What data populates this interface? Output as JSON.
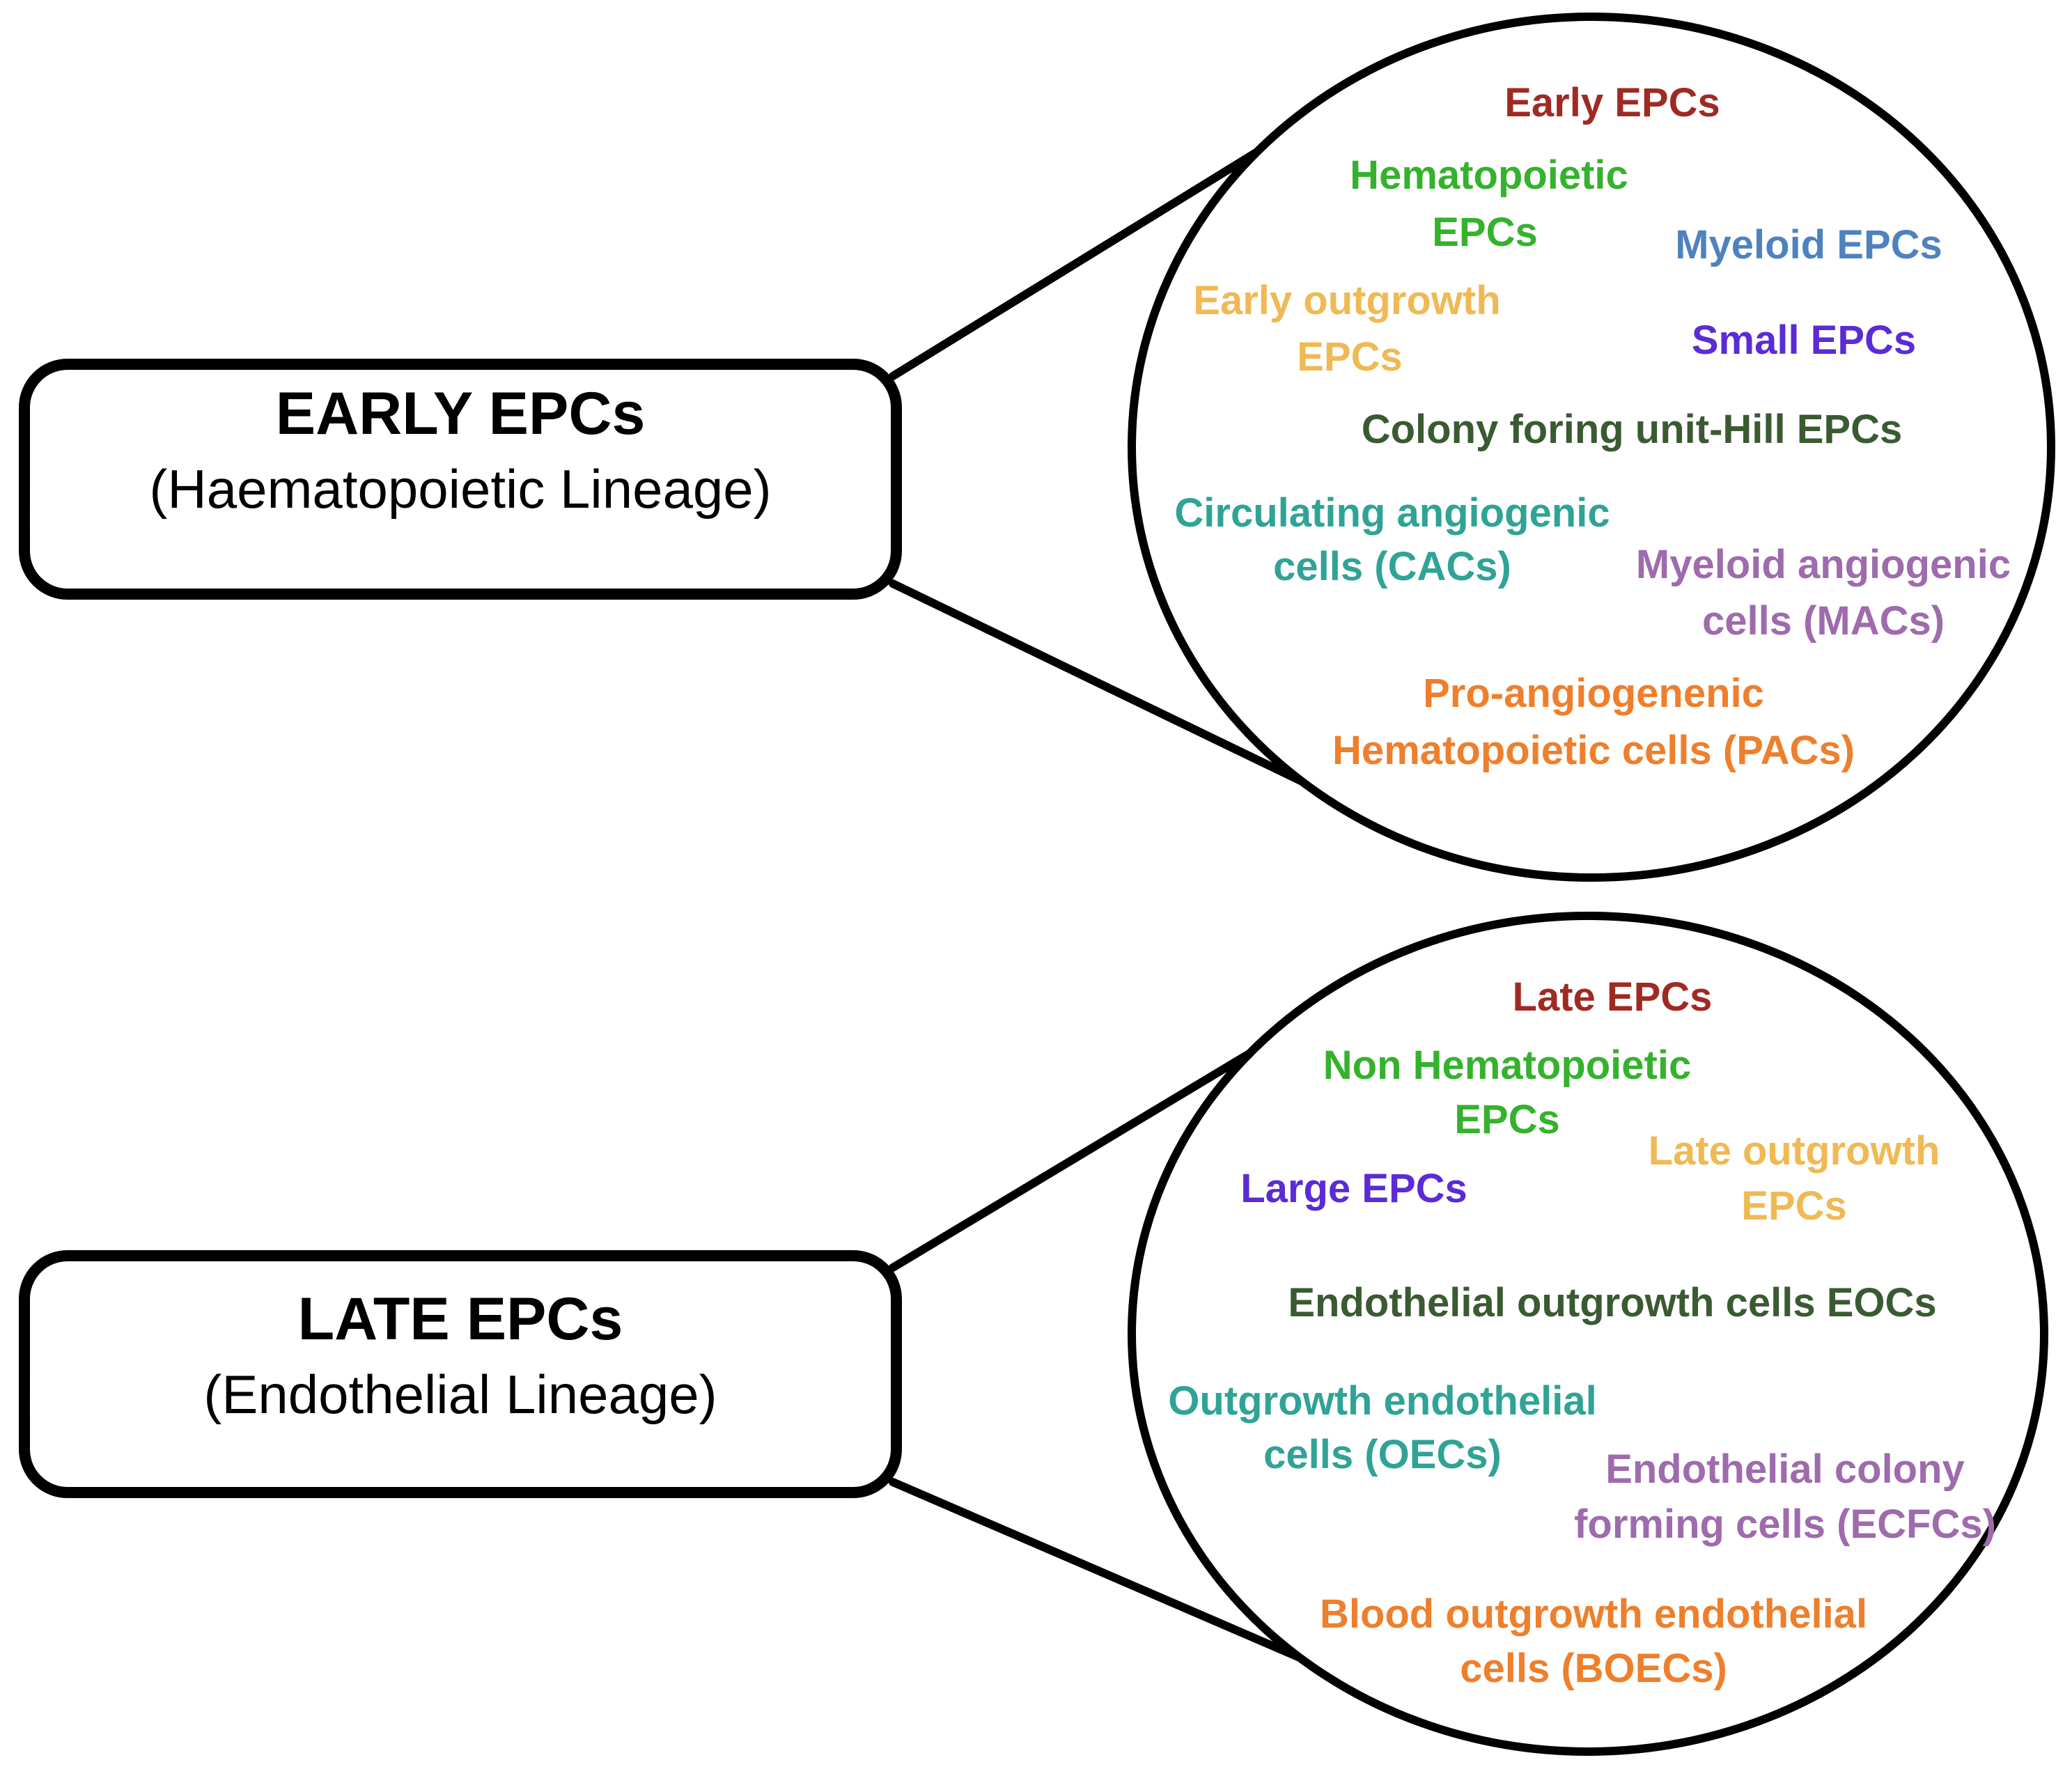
{
  "diagram": {
    "boxes": {
      "early": {
        "title": "EARLY EPCs",
        "subtitle": "(Haematopoietic Lineage)"
      },
      "late": {
        "title": "LATE EPCs",
        "subtitle": "(Endothelial Lineage)"
      }
    },
    "early_circle": {
      "early_epcs": "Early EPCs",
      "hematopoietic_1": "Hematopoietic",
      "hematopoietic_2": "EPCs",
      "myeloid_epcs": "Myeloid EPCs",
      "early_outgrowth_1": "Early outgrowth",
      "early_outgrowth_2": "EPCs",
      "small_epcs": "Small EPCs",
      "cfu_hill": "Colony foring unit-Hill EPCs",
      "cac_1": "Circulating angiogenic",
      "cac_2": "cells (CACs)",
      "mac_1": "Myeloid angiogenic",
      "mac_2": "cells (MACs)",
      "pac_1": "Pro-angiogenenic",
      "pac_2": "Hematopoietic cells (PACs)"
    },
    "late_circle": {
      "late_epcs": "Late EPCs",
      "non_hematopoietic_1": "Non Hematopoietic",
      "non_hematopoietic_2": "EPCs",
      "large_epcs": "Large EPCs",
      "late_outgrowth_1": "Late outgrowth",
      "late_outgrowth_2": "EPCs",
      "eoc": "Endothelial outgrowth cells EOCs",
      "oec_1": "Outgrowth endothelial",
      "oec_2": "cells (OECs)",
      "ecfc_1": "Endothelial colony",
      "ecfc_2": "forming cells (ECFCs)",
      "boec_1": "Blood outgrowth endothelial",
      "boec_2": "cells (BOECs)"
    },
    "palette": {
      "dark_red": "#9E2B23",
      "green": "#35B22D",
      "steel_blue": "#4E82BE",
      "gold": "#EFB954",
      "violet": "#5B2BD6",
      "dark_green": "#3A5A32",
      "teal": "#2FA396",
      "orchid": "#9E6BAD",
      "orange": "#EE7F2C",
      "outline": "#000000",
      "background": "#FFFFFF"
    }
  }
}
